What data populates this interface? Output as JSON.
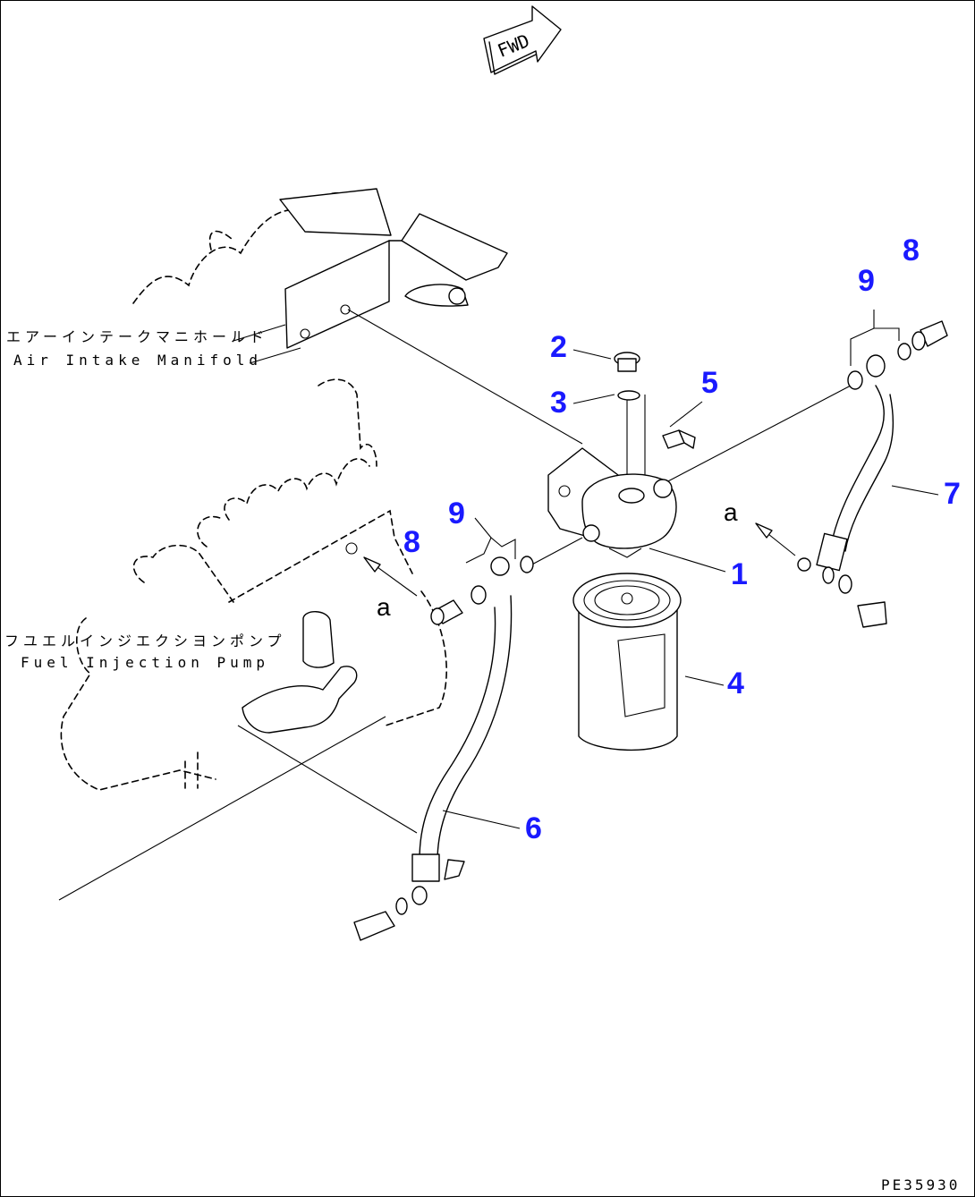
{
  "direction_marker": {
    "text": "FWD"
  },
  "labels": {
    "air_intake_jp": "エアーインテークマニホールド",
    "air_intake_en": "Air Intake Manifold",
    "fuel_pump_jp": "フユエルインジエクシヨンポンプ",
    "fuel_pump_en": "Fuel Injection Pump"
  },
  "view_markers": {
    "a_left": "a",
    "a_right": "a"
  },
  "callouts": {
    "p1": "1",
    "p2": "2",
    "p3": "3",
    "p4": "4",
    "p5": "5",
    "p6": "6",
    "p7": "7",
    "p8_right": "8",
    "p8_left": "8",
    "p9_right": "9",
    "p9_left": "9"
  },
  "drawing_code": "PE35930"
}
